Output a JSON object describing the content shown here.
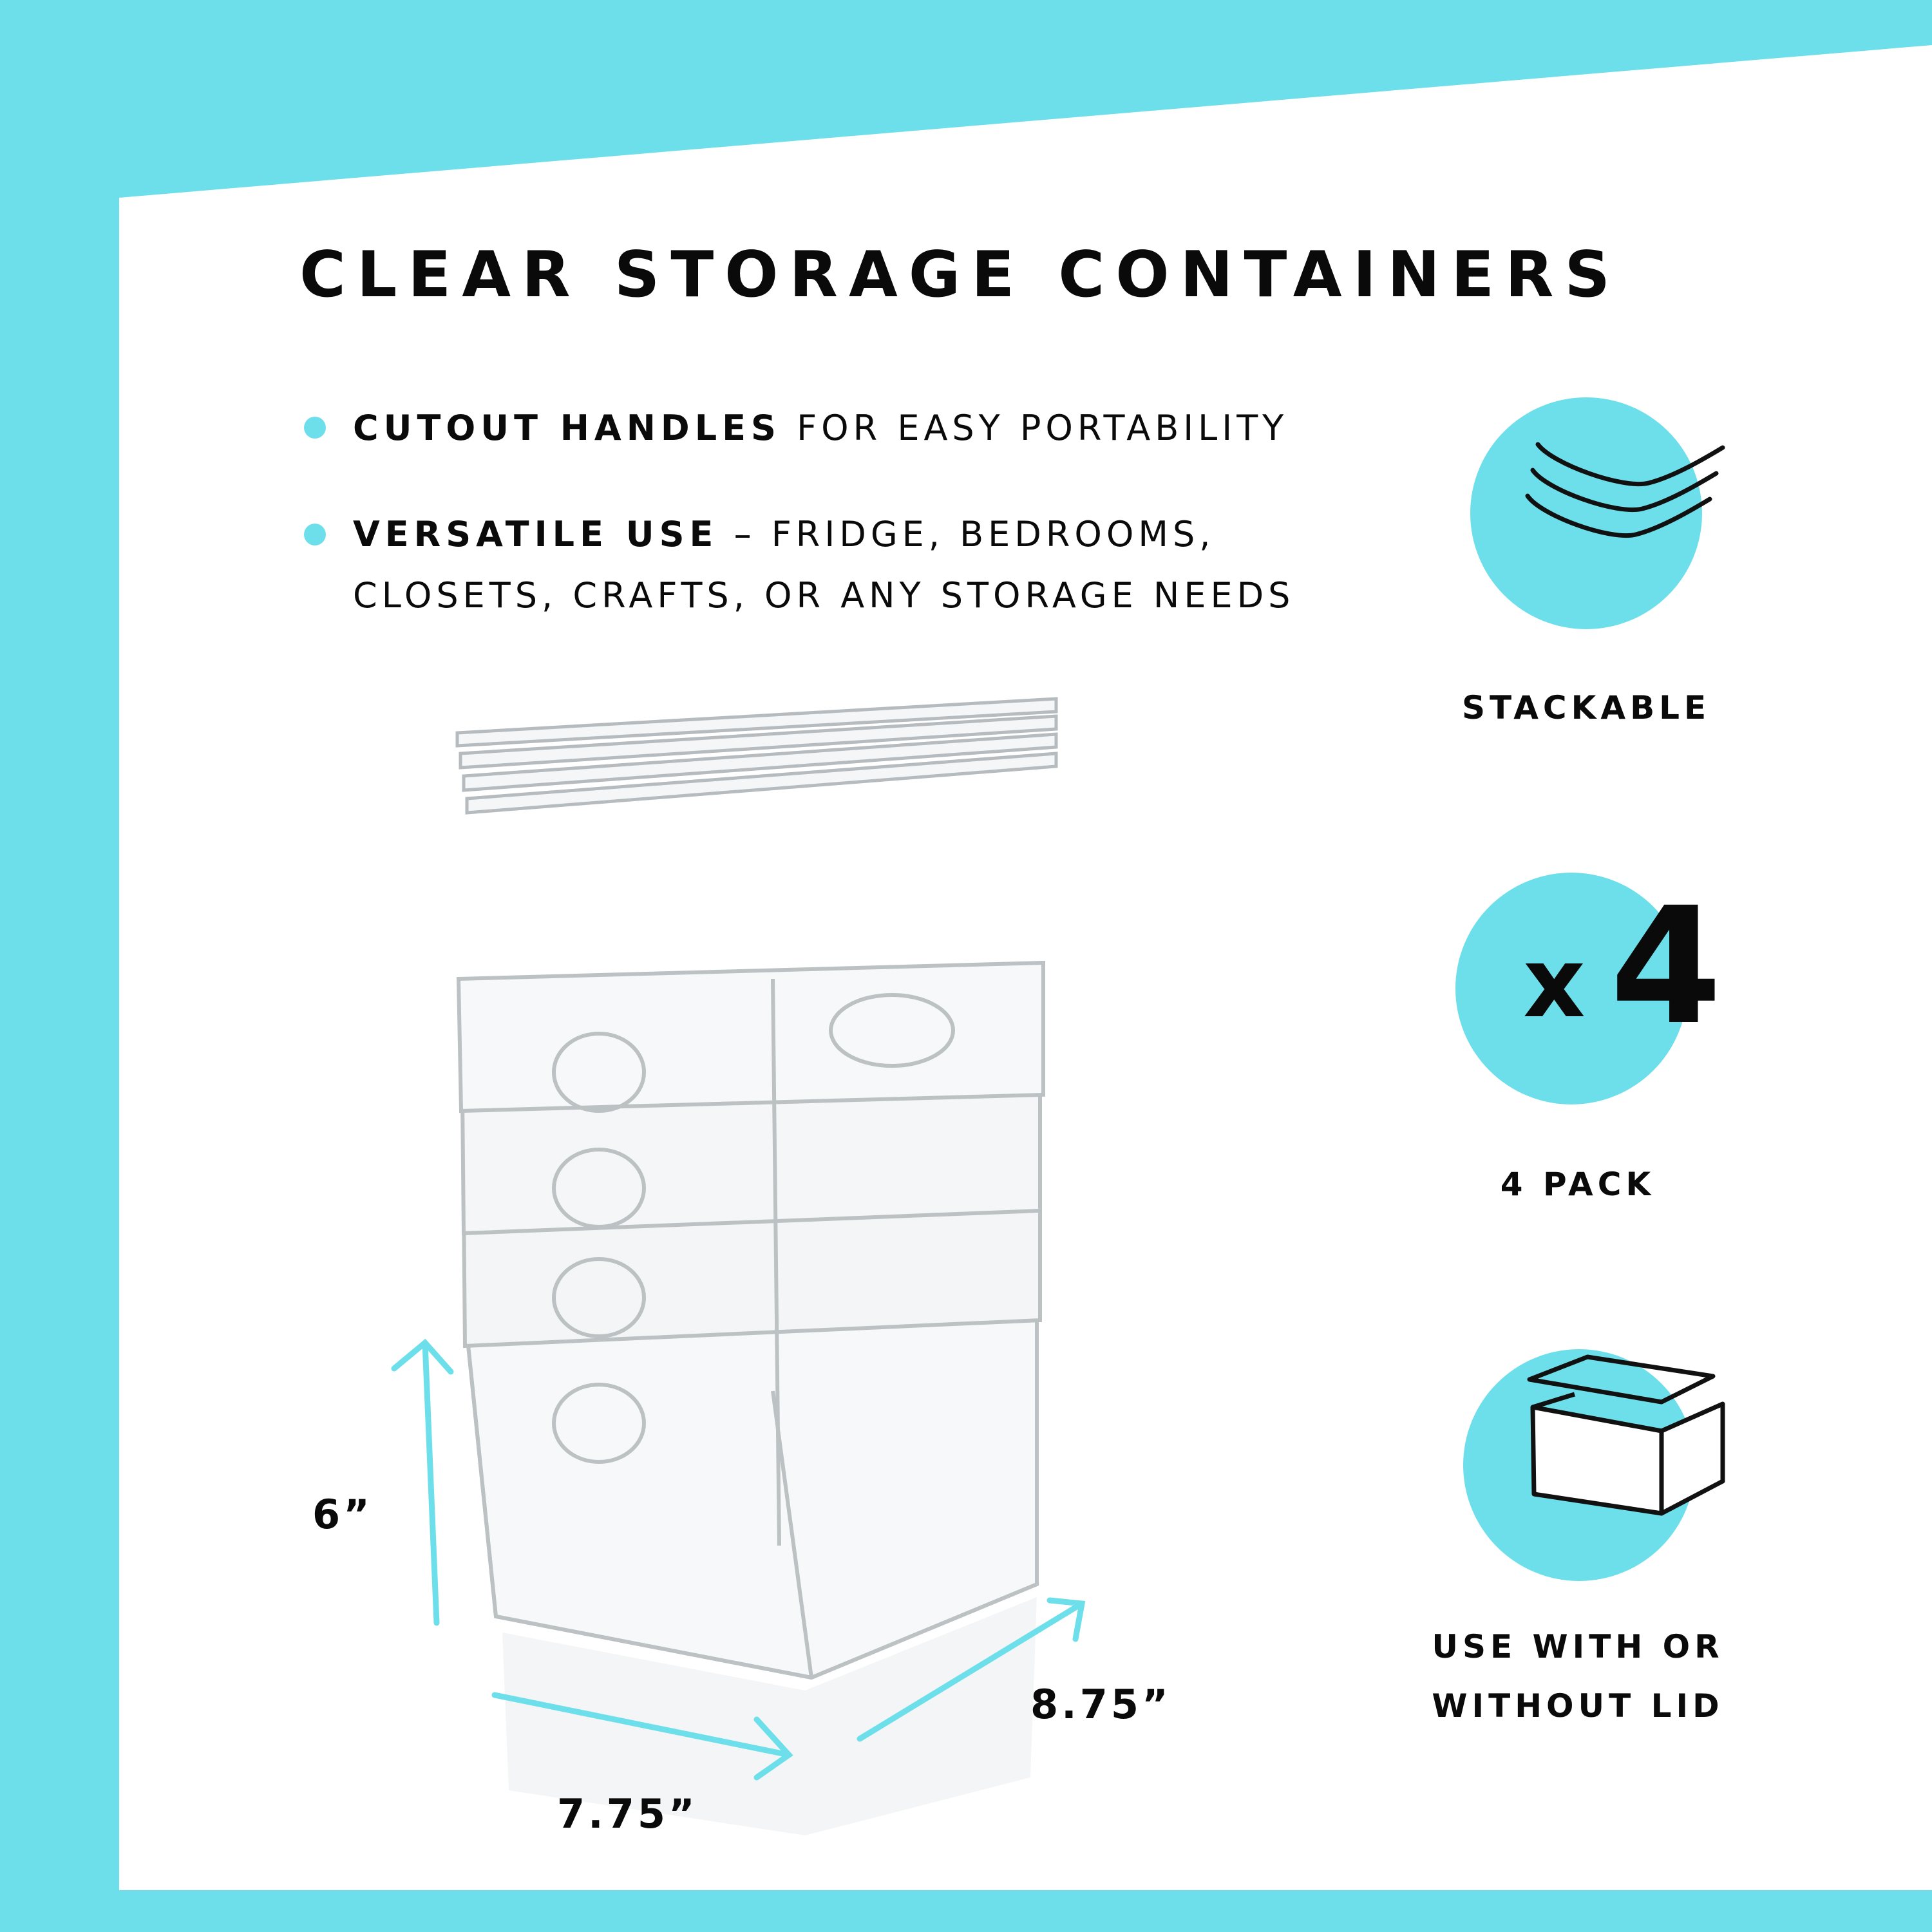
{
  "colors": {
    "accent": "#6ddfeb",
    "text": "#0a0a0a",
    "background": "#ffffff",
    "plastic": "#bfc4c7"
  },
  "title": "CLEAR STORAGE CONTAINERS",
  "bullets": [
    {
      "bold": "CUTOUT HANDLES",
      "rest_line1": "FOR EASY PORTABILITY",
      "rest_line2": ""
    },
    {
      "bold": "VERSATILE USE",
      "rest_line1": "– FRIDGE, BEDROOMS,",
      "rest_line2": "CLOSETS, CRAFTS, OR ANY STORAGE NEEDS"
    }
  ],
  "features": {
    "stackable": {
      "icon": "stacked-lids-icon",
      "label": "STACKABLE"
    },
    "pack": {
      "badge_x": "x",
      "badge_number": "4",
      "label": "4 PACK"
    },
    "lid": {
      "icon": "box-with-lid-icon",
      "label_line1": "USE WITH OR",
      "label_line2": "WITHOUT LID"
    }
  },
  "dimensions": {
    "height": "6”",
    "width": "7.75”",
    "depth": "8.75”"
  }
}
